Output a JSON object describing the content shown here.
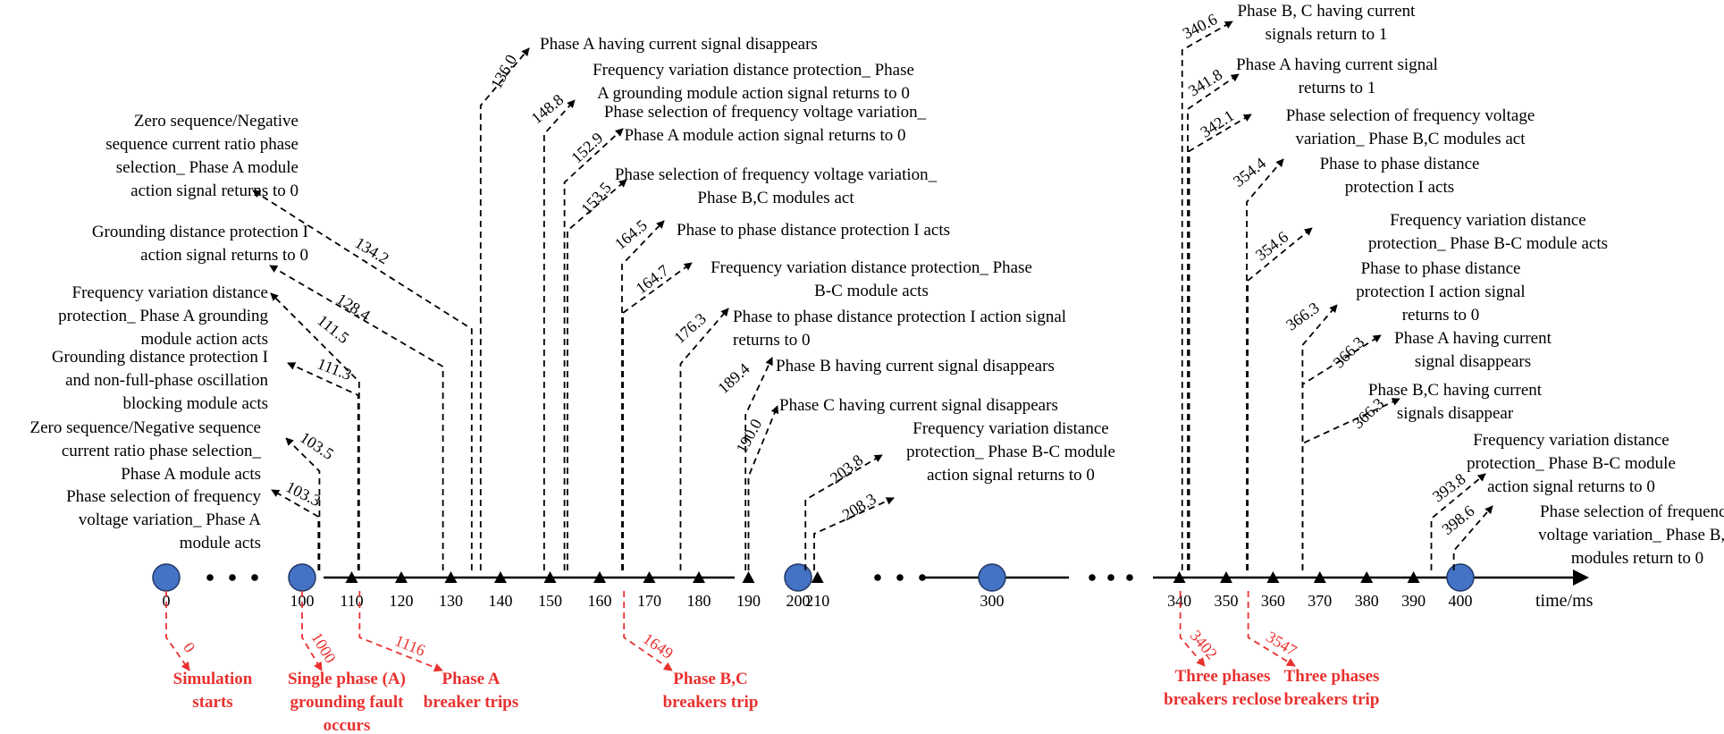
{
  "unit": "time/ms",
  "axis": {
    "ticks": [
      {
        "t": 0,
        "label": "0",
        "circle": true
      },
      {
        "t": 100,
        "label": "100",
        "circle": true
      },
      {
        "t": 110,
        "label": "110"
      },
      {
        "t": 120,
        "label": "120"
      },
      {
        "t": 130,
        "label": "130"
      },
      {
        "t": 140,
        "label": "140"
      },
      {
        "t": 150,
        "label": "150"
      },
      {
        "t": 160,
        "label": "160"
      },
      {
        "t": 170,
        "label": "170"
      },
      {
        "t": 180,
        "label": "180"
      },
      {
        "t": 190,
        "label": "190"
      },
      {
        "t": 200,
        "label": "200",
        "circle": true
      },
      {
        "t": 210,
        "label": "210"
      },
      {
        "t": 300,
        "label": "300",
        "circle": true
      },
      {
        "t": 340,
        "label": "340"
      },
      {
        "t": 350,
        "label": "350"
      },
      {
        "t": 360,
        "label": "360"
      },
      {
        "t": 370,
        "label": "370"
      },
      {
        "t": 380,
        "label": "380"
      },
      {
        "t": 390,
        "label": "390"
      },
      {
        "t": 400,
        "label": "400",
        "circle": true
      }
    ]
  },
  "events": [
    {
      "time": "103.3",
      "t": 103.3,
      "lines": [
        "Phase selection of frequency",
        "voltage variation_ Phase A",
        "module acts"
      ]
    },
    {
      "time": "103.5",
      "t": 103.5,
      "lines": [
        "Zero sequence/Negative sequence",
        "current ratio phase selection_",
        "Phase A module acts"
      ]
    },
    {
      "time": "111.3",
      "t": 111.3,
      "lines": [
        "Grounding distance protection I",
        "and non-full-phase oscillation",
        "blocking module acts"
      ]
    },
    {
      "time": "111.5",
      "t": 111.5,
      "lines": [
        "Frequency variation distance",
        "protection_ Phase A grounding",
        "module action acts"
      ]
    },
    {
      "time": "128.4",
      "t": 128.4,
      "lines": [
        "Grounding distance protection I",
        "action signal returns to 0"
      ]
    },
    {
      "time": "134.2",
      "t": 134.2,
      "lines": [
        "Zero sequence/Negative",
        "sequence current ratio phase",
        "selection_ Phase A module",
        "action signal returns to 0"
      ]
    },
    {
      "time": "136.0",
      "t": 136.0,
      "lines": [
        "Phase A having current signal disappears"
      ]
    },
    {
      "time": "148.8",
      "t": 148.8,
      "lines": [
        "Frequency variation distance protection_ Phase",
        "A grounding module action signal returns to 0"
      ]
    },
    {
      "time": "152.9",
      "t": 152.9,
      "lines": [
        "Phase selection of frequency voltage variation_",
        "Phase A module action signal returns to 0"
      ]
    },
    {
      "time": "153.5",
      "t": 153.5,
      "lines": [
        "Phase selection of frequency voltage variation_",
        "Phase B,C modules act"
      ]
    },
    {
      "time": "164.5",
      "t": 164.5,
      "lines": [
        "Phase to phase distance protection I acts"
      ]
    },
    {
      "time": "164.7",
      "t": 164.7,
      "lines": [
        "Frequency variation distance protection_ Phase",
        "B-C module acts"
      ]
    },
    {
      "time": "176.3",
      "t": 176.3,
      "lines": [
        "Phase to phase distance protection I action signal",
        "returns to 0"
      ]
    },
    {
      "time": "189.4",
      "t": 189.4,
      "lines": [
        "Phase B having current signal disappears"
      ]
    },
    {
      "time": "190.0",
      "t": 190.0,
      "lines": [
        "Phase C having current signal disappears"
      ]
    },
    {
      "time": "203.8",
      "t": 203.8,
      "lines": [
        "Frequency variation distance",
        "protection_ Phase B-C module",
        "action signal returns to 0"
      ]
    },
    {
      "time": "208.3",
      "t": 208.3,
      "lines": []
    },
    {
      "time": "340.6",
      "t": 340.6,
      "lines": [
        "Phase B, C having current",
        "signals return to 1"
      ]
    },
    {
      "time": "341.8",
      "t": 341.8,
      "lines": [
        "Phase A having current signal",
        "returns to 1"
      ]
    },
    {
      "time": "342.1",
      "t": 342.1,
      "lines": [
        "Phase selection of frequency voltage",
        "variation_ Phase B,C modules act"
      ]
    },
    {
      "time": "354.4",
      "t": 354.4,
      "lines": [
        "Phase to phase distance",
        "protection I acts"
      ]
    },
    {
      "time": "354.6",
      "t": 354.6,
      "lines": [
        "Frequency variation distance",
        "protection_ Phase B-C module acts"
      ]
    },
    {
      "time": "366.3",
      "t": 366.3,
      "lines": [
        "Phase to phase distance",
        "protection I action signal",
        "returns to 0"
      ]
    },
    {
      "time": "366.3",
      "t": 366.3,
      "lines": [
        "Phase A having current",
        "signal disappears"
      ]
    },
    {
      "time": "366.3",
      "t": 366.3,
      "lines": [
        "Phase B,C having current",
        "signals disappear"
      ]
    },
    {
      "time": "393.8",
      "t": 393.8,
      "lines": [
        "Frequency variation distance",
        "protection_ Phase B-C module",
        "action signal returns to 0"
      ]
    },
    {
      "time": "398.6",
      "t": 398.6,
      "lines": [
        "Phase selection of frequency",
        "voltage variation_ Phase B,C",
        "modules return to 0"
      ]
    }
  ],
  "milestones": [
    {
      "time": "0",
      "t": 0,
      "lines": [
        "Simulation",
        "starts"
      ]
    },
    {
      "time": "1000",
      "t": 100,
      "lines": [
        "Single phase (A)",
        "grounding fault",
        "occurs"
      ]
    },
    {
      "time": "1116",
      "t": 111.6,
      "lines": [
        "Phase A",
        "breaker trips"
      ]
    },
    {
      "time": "1649",
      "t": 164.9,
      "lines": [
        "Phase B,C",
        "breakers trip"
      ]
    },
    {
      "time": "3402",
      "t": 340.2,
      "lines": [
        "Three phases",
        "breakers reclose"
      ]
    },
    {
      "time": "3547",
      "t": 354.7,
      "lines": [
        "Three phases",
        "breakers trip"
      ]
    }
  ],
  "colors": {
    "milestone": "#e8312f",
    "circle_fill": "#4472c4",
    "line": "#000000"
  }
}
